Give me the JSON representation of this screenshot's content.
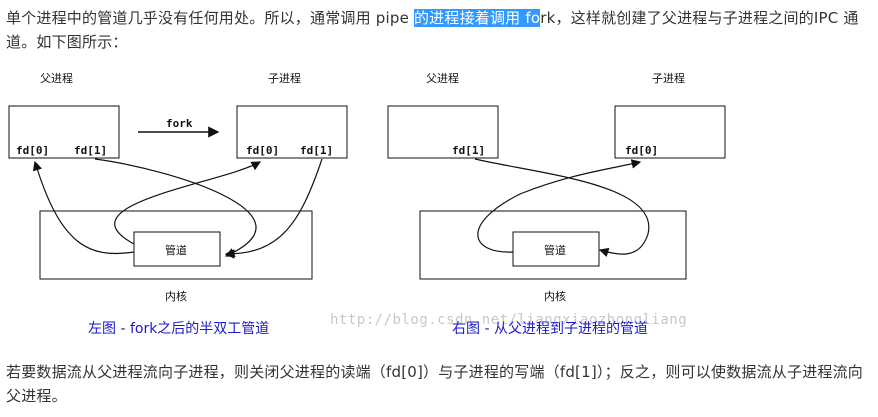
{
  "intro": {
    "before": "单个进程中的管道几乎没有任何用处。所以，通常调用 pipe ",
    "highlighted": "的进程接着调用 fo",
    "after": "rk，这样就创建了父进程与子进程之间的IPC 通道。如下图所示："
  },
  "left_diagram": {
    "parent_label": "父进程",
    "child_label": "子进程",
    "fork_label": "fork",
    "parent_fd0": "fd[0]",
    "parent_fd1": "fd[1]",
    "child_fd0": "fd[0]",
    "child_fd1": "fd[1]",
    "pipe_label": "管道",
    "kernel_label": "内核",
    "caption": "左图 - fork之后的半双工管道"
  },
  "right_diagram": {
    "parent_label": "父进程",
    "child_label": "子进程",
    "parent_fd1": "fd[1]",
    "child_fd0": "fd[0]",
    "pipe_label": "管道",
    "kernel_label": "内核",
    "caption": "右图 - 从父进程到子进程的管道"
  },
  "watermark": "http://blog.csdn.net/liangxiaozhongliang",
  "outro": "若要数据流从父进程流向子进程，则关闭父进程的读端（fd[0]）与子进程的写端（fd[1]）；反之，则可以使数据流从子进程流向父进程。",
  "colors": {
    "highlight": "#3399ff",
    "caption": "#1a1acc",
    "text": "#333333"
  }
}
